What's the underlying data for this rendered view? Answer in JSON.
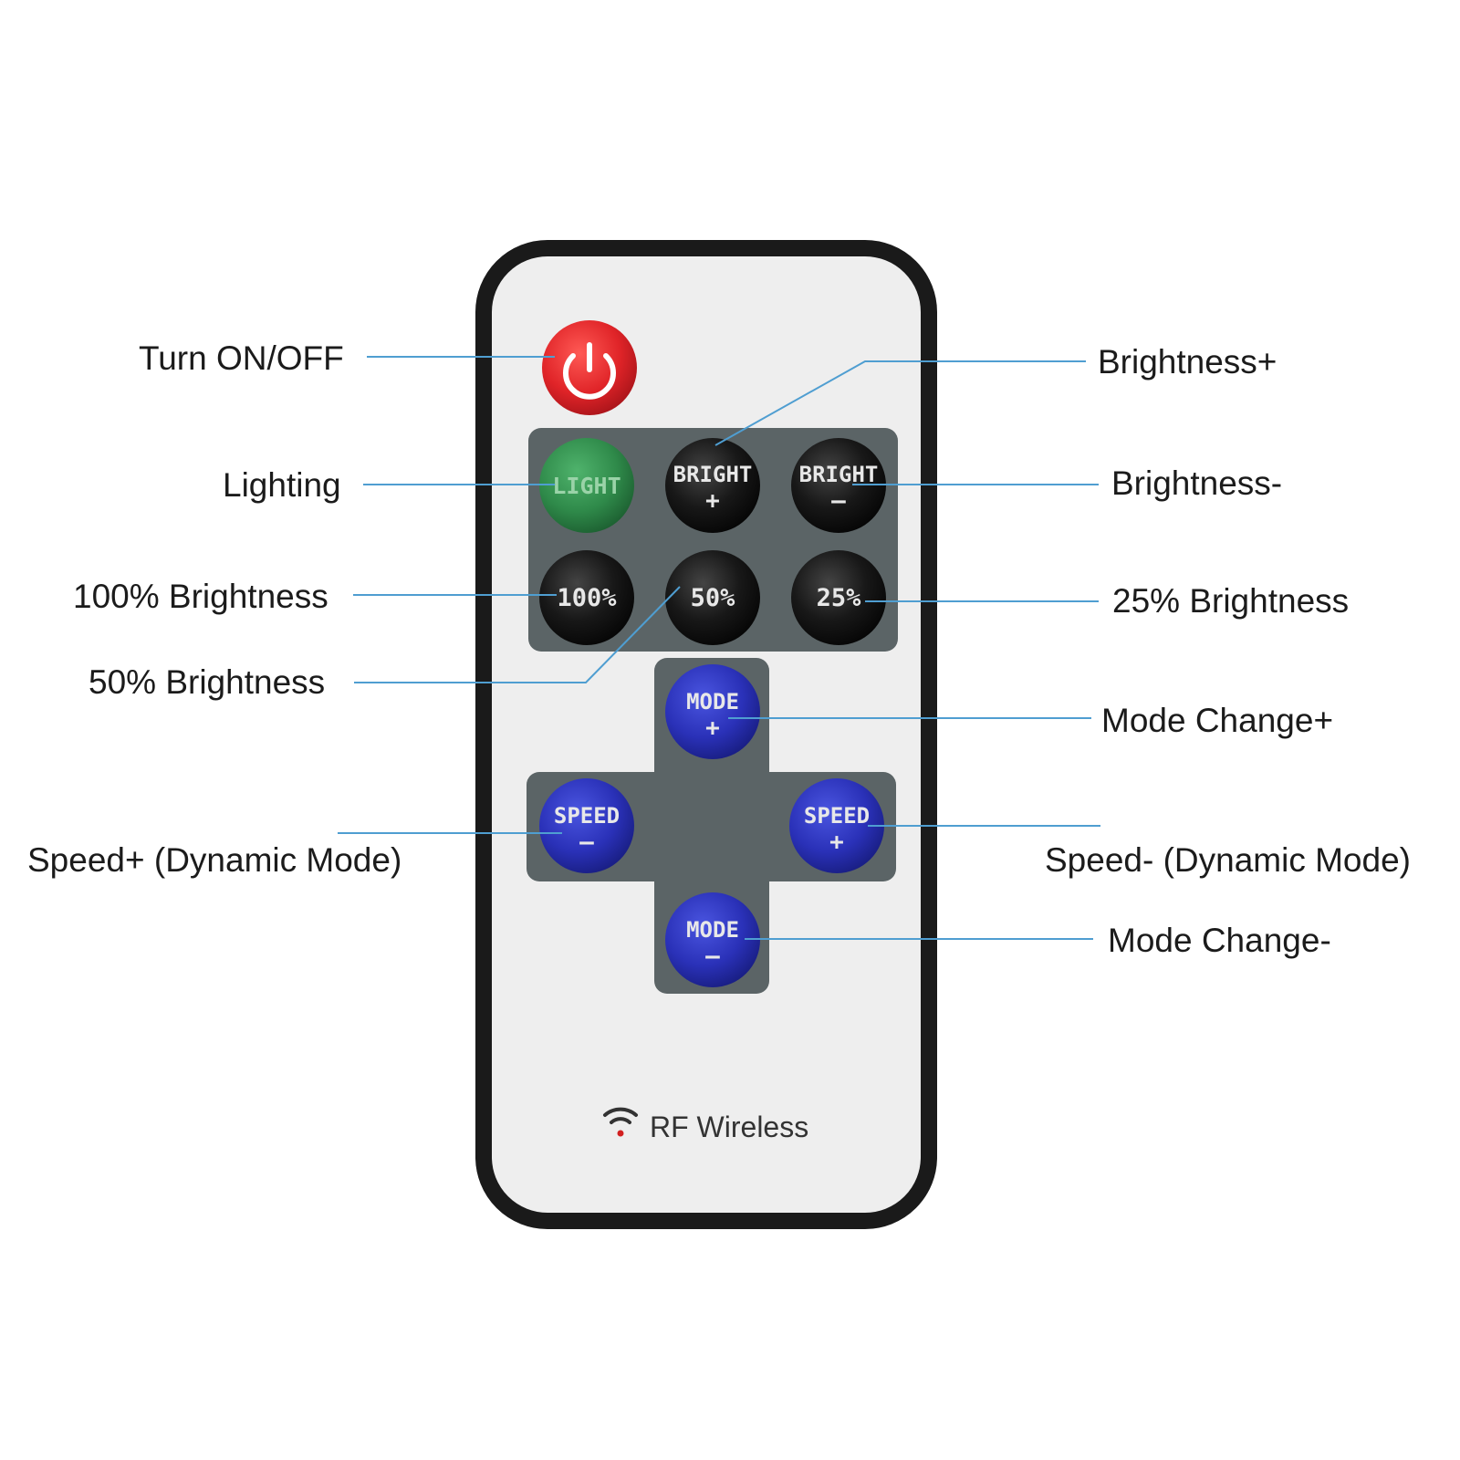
{
  "colors": {
    "background": "#ffffff",
    "remote_body": "#eeeeee",
    "remote_border": "#1a1a1a",
    "panel": "#5b6466",
    "power": "#e02428",
    "light": "#2f8a4a",
    "dark_button": "#161616",
    "blue_button": "#2a31b8",
    "leader_line": "#4f9ed1",
    "button_text": "#e8e8e8",
    "light_text": "#9ad3a8",
    "wifi_dot": "#d22020"
  },
  "icons": {
    "power": "power-icon",
    "wireless": "wireless-signal-icon"
  },
  "buttons": {
    "light": {
      "line1": "LIGHT",
      "line2": ""
    },
    "bright_plus": {
      "line1": "BRIGHT",
      "line2": "+"
    },
    "bright_minus": {
      "line1": "BRIGHT",
      "line2": "–"
    },
    "b100": {
      "line1": "100%",
      "line2": ""
    },
    "b50": {
      "line1": "50%",
      "line2": ""
    },
    "b25": {
      "line1": "25%",
      "line2": ""
    },
    "mode_plus": {
      "line1": "MODE",
      "line2": "+"
    },
    "speed_minus": {
      "line1": "SPEED",
      "line2": "–"
    },
    "speed_plus": {
      "line1": "SPEED",
      "line2": "+"
    },
    "mode_minus": {
      "line1": "MODE",
      "line2": "–"
    }
  },
  "branding": {
    "rf_label": "RF Wireless"
  },
  "annotations": {
    "power": "Turn ON/OFF",
    "lighting": "Lighting",
    "b100": "100% Brightness",
    "b50": "50% Brightness",
    "speed_plus_dynamic": "Speed+ (Dynamic Mode)",
    "brightness_plus": "Brightness+",
    "brightness_minus": "Brightness-",
    "b25": "25% Brightness",
    "mode_change_plus": "Mode Change+",
    "speed_minus_dynamic": "Speed- (Dynamic Mode)",
    "mode_change_minus": "Mode Change-"
  }
}
